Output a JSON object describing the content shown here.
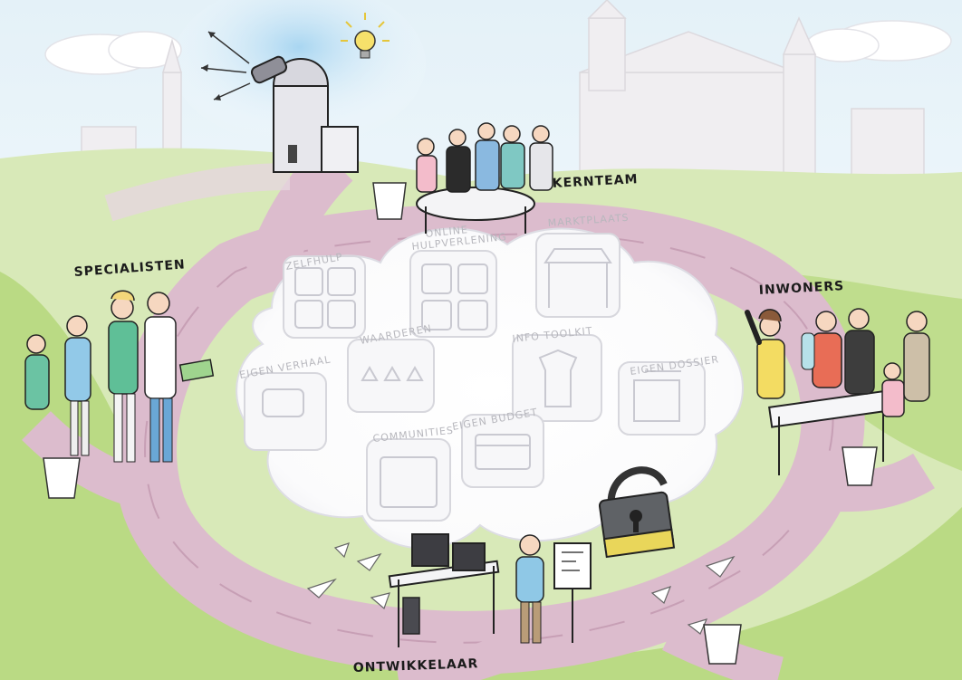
{
  "groups": {
    "kernteam": "KERNTEAM",
    "specialisten": "SPECIALISTEN",
    "inwoners": "INWONERS",
    "ontwikkelaar": "ONTWIKKELAAR"
  },
  "cloud_items": {
    "zelfhulp": "ZELFHULP",
    "online_line1": "ONLINE",
    "online_line2": "HULPVERLENING",
    "marktplaats": "MARKTPLAATS",
    "waarderen": "WAARDEREN",
    "info_toolkit": "INFO TOOLKIT",
    "eigen_verhaal": "EIGEN VERHAAL",
    "eigen_dossier": "EIGEN DOSSIER",
    "eigen_budget": "EIGEN BUDGET",
    "communities": "COMMUNITIES"
  },
  "colors": {
    "sky": "#dfeff7",
    "grass": "#a9cf63",
    "path": "#dcbccd",
    "path_edge": "#c79fb5",
    "cloud": "#ffffff",
    "lock": "#e9d65a",
    "ink": "#1b1b1b"
  },
  "icons": [
    "telescope-observatory-icon",
    "light-bulb-icon",
    "padlock-icon",
    "wastebasket-icon",
    "computer-icon",
    "paper-plane-icon"
  ]
}
